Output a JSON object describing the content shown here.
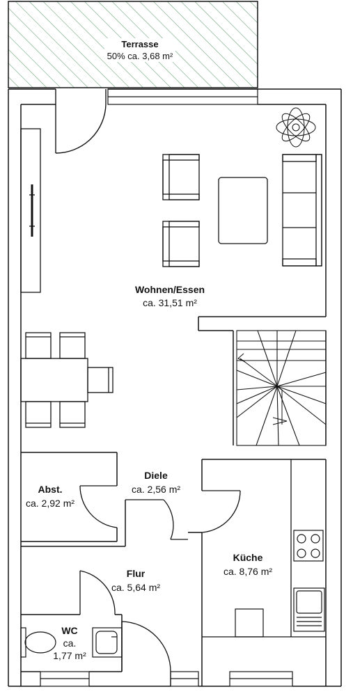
{
  "rooms": {
    "terrasse": {
      "name": "Terrasse",
      "area": "50% ca. 3,68 m²"
    },
    "wohnen": {
      "name": "Wohnen/Essen",
      "area": "ca. 31,51 m²"
    },
    "abst": {
      "name": "Abst.",
      "area": "ca. 2,92 m²"
    },
    "diele": {
      "name": "Diele",
      "area": "ca. 2,56 m²"
    },
    "kueche": {
      "name": "Küche",
      "area": "ca. 8,76 m²"
    },
    "flur": {
      "name": "Flur",
      "area": "ca. 5,64 m²"
    },
    "wc": {
      "name": "WC",
      "area_line1": "ca.",
      "area_line2": "1,77 m²"
    }
  }
}
